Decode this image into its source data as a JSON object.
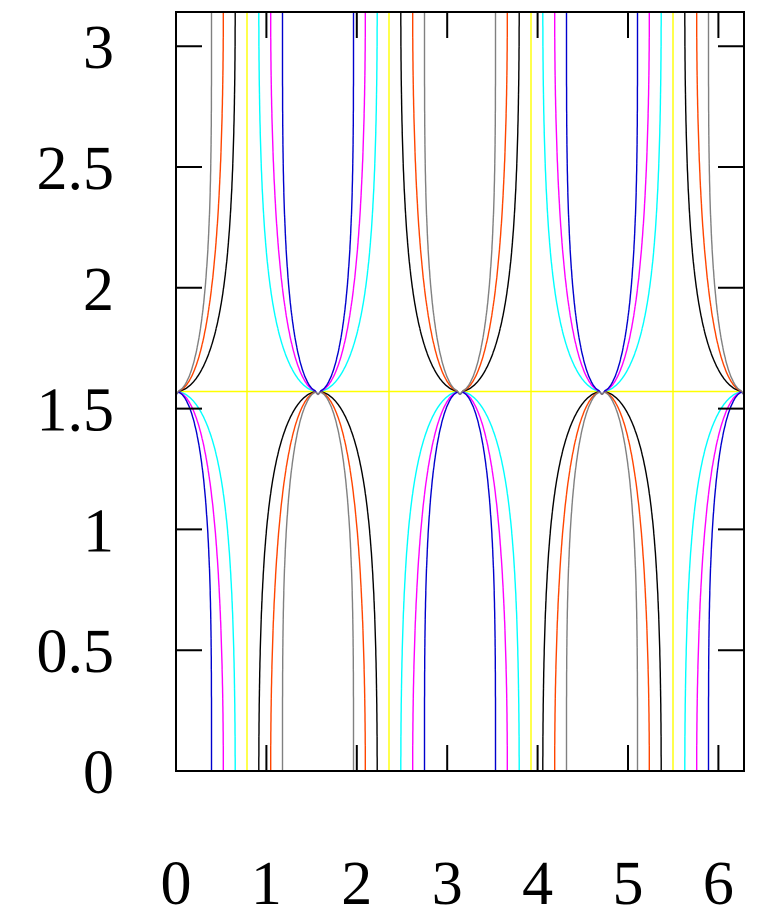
{
  "chart_data": {
    "type": "contour",
    "title": "",
    "xlabel": "",
    "ylabel": "",
    "xlim": [
      0,
      6.2832
    ],
    "ylim": [
      0,
      3.1416
    ],
    "x_ticks": [
      {
        "value": 0,
        "label": "0"
      },
      {
        "value": 1,
        "label": "1"
      },
      {
        "value": 2,
        "label": "2"
      },
      {
        "value": 3,
        "label": "3"
      },
      {
        "value": 4,
        "label": "4"
      },
      {
        "value": 5,
        "label": "5"
      },
      {
        "value": 6,
        "label": "6"
      }
    ],
    "y_ticks": [
      {
        "value": 0,
        "label": "0"
      },
      {
        "value": 0.5,
        "label": "0.5"
      },
      {
        "value": 1,
        "label": "1"
      },
      {
        "value": 1.5,
        "label": "1.5"
      },
      {
        "value": 2,
        "label": "2"
      },
      {
        "value": 2.5,
        "label": "2.5"
      },
      {
        "value": 3,
        "label": "3"
      }
    ],
    "grid": false,
    "legend": "none",
    "function": "cos(y) * cos(2x) / (1 - sin^2(y) * cos^2(2x))",
    "sign_per_quarter_period": [
      1,
      -1,
      1,
      -1
    ],
    "levels": [
      {
        "value": 0,
        "color": "#ffff00"
      },
      {
        "value": 0.2588,
        "color": "#00ffff",
        "signed": 1
      },
      {
        "value": -0.2588,
        "color": "#000000",
        "signed": 1
      },
      {
        "value": 0.5,
        "color": "#ff00ff",
        "signed": 1
      },
      {
        "value": -0.5,
        "color": "#ff4500",
        "signed": 1
      },
      {
        "value": 0.7071,
        "color": "#0000cd",
        "signed": 1
      },
      {
        "value": -0.7071,
        "color": "#808080",
        "signed": 1
      }
    ]
  }
}
